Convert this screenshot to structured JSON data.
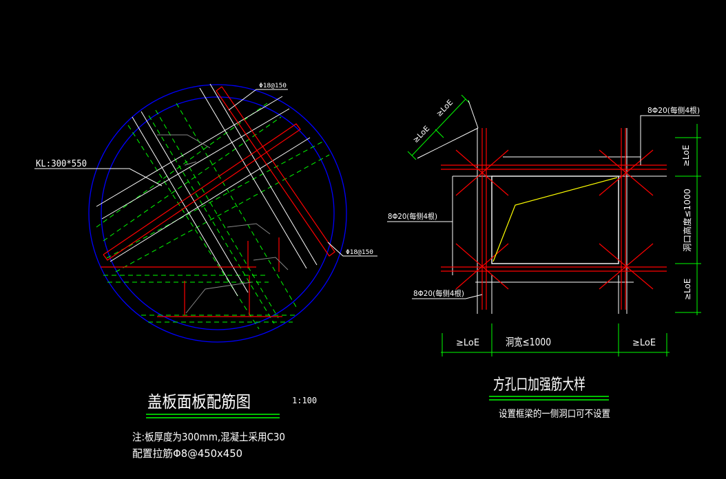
{
  "colors": {
    "background": "#000000",
    "circle": "#0000ff",
    "rebar": "#ff0000",
    "dashed": "#00ff00",
    "dimension": "#00ff00",
    "leader": "#ffffff",
    "text": "#ffffff",
    "break_line": "#ffff00"
  },
  "left_drawing": {
    "label_kl": "KL:300*550",
    "label_rebar_top": "Φ18@150",
    "label_rebar_right": "Φ18@150",
    "title": "盖板面板配筋图",
    "scale": "1:100",
    "note_line1": "注:板厚度为300mm,混凝土采用C30",
    "note_line2": "配置拉筋Φ8@450x450"
  },
  "right_drawing": {
    "label_top_right": "8Φ20(每侧4根)",
    "label_left": "8Φ20(每侧4根)",
    "label_bottom": "8Φ20(每侧4根)",
    "dim_loe_a": "≥LoE",
    "dim_loe_b": "≥LoE",
    "dim_right_top": "≥LoE",
    "dim_right_mid": "洞口高度≤1000",
    "dim_right_bot": "≥LoE",
    "dim_bottom_left": "≥LoE",
    "dim_bottom_mid": "洞宽≤1000",
    "dim_bottom_right": "≥LoE",
    "title": "方孔口加强筋大样",
    "subtitle": "设置框梁的一侧洞口可不设置"
  }
}
